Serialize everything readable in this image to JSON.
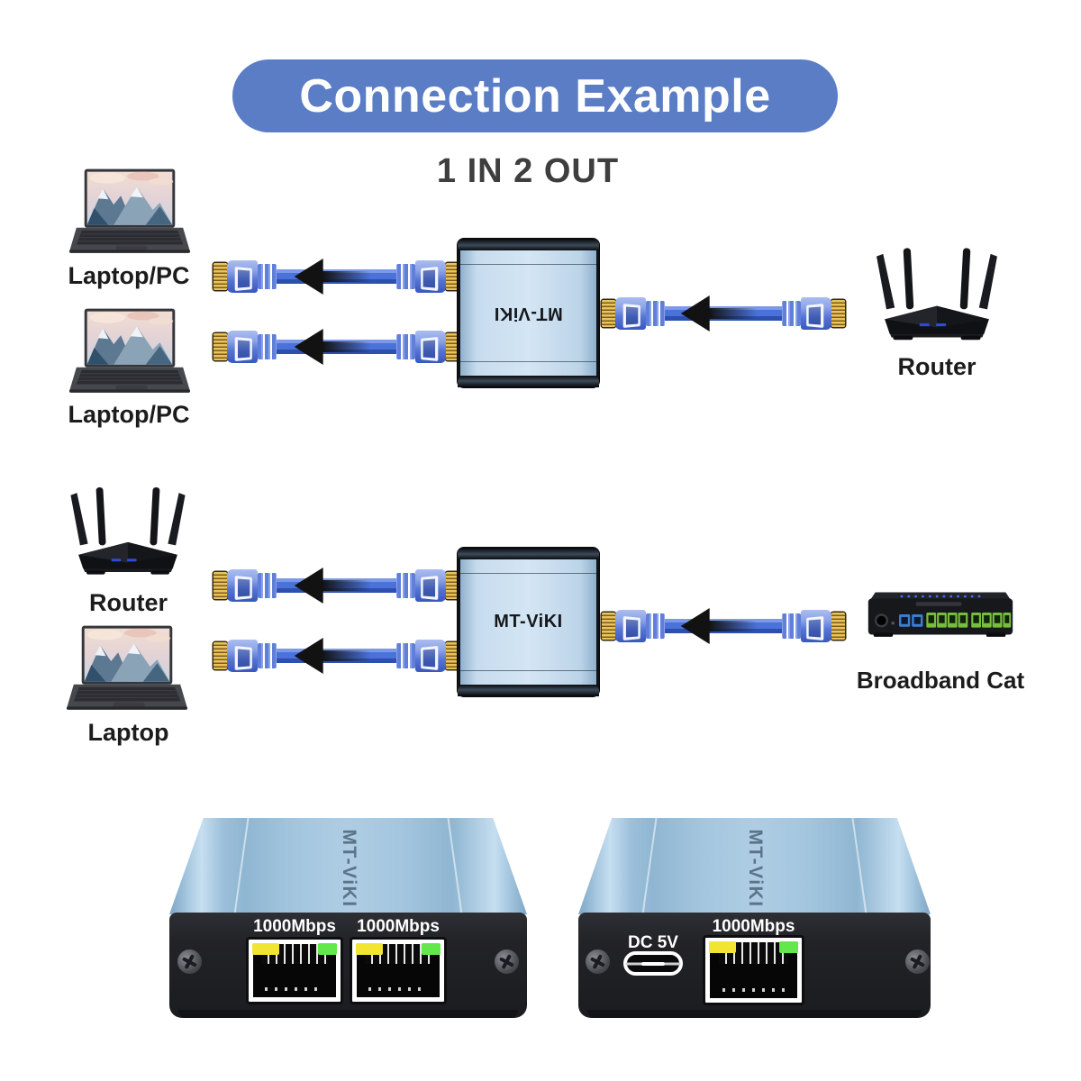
{
  "title": {
    "label": "Connection Example"
  },
  "subtitle": "1 IN 2 OUT",
  "diagram_top": {
    "left_devices": [
      {
        "type": "laptop",
        "label": "Laptop/PC"
      },
      {
        "type": "laptop",
        "label": "Laptop/PC"
      }
    ],
    "hub_label": "MT-ViKI",
    "hub_label_orientation": "rotated-180",
    "right_device": {
      "type": "router",
      "label": "Router"
    }
  },
  "diagram_bottom": {
    "left_devices": [
      {
        "type": "router",
        "label": "Router"
      },
      {
        "type": "laptop",
        "label": "Laptop"
      }
    ],
    "hub_label": "MT-ViKI",
    "hub_label_orientation": "upright",
    "right_device": {
      "type": "broadband-cat",
      "label": "Broadband Cat"
    }
  },
  "product_rear": {
    "brand": "MT-ViKI",
    "ports": [
      {
        "label": "1000Mbps"
      },
      {
        "label": "1000Mbps"
      }
    ]
  },
  "product_front": {
    "brand": "MT-ViKI",
    "power_label": "DC 5V",
    "port_label": "1000Mbps"
  },
  "colors": {
    "title_bg": "#5b7dc6",
    "title_text": "#ffffff",
    "subtitle_text": "#3e3e3e",
    "cable_blue": "#4a72d8",
    "connector_gold": "#ecc25d",
    "hub_body_blue": "#c6dcee",
    "product_metal_blue": "#a3c6de",
    "product_panel_black": "#1b1c20",
    "led_yellow": "#f2e433",
    "led_green": "#62e84a",
    "arrow_black": "#121212"
  }
}
